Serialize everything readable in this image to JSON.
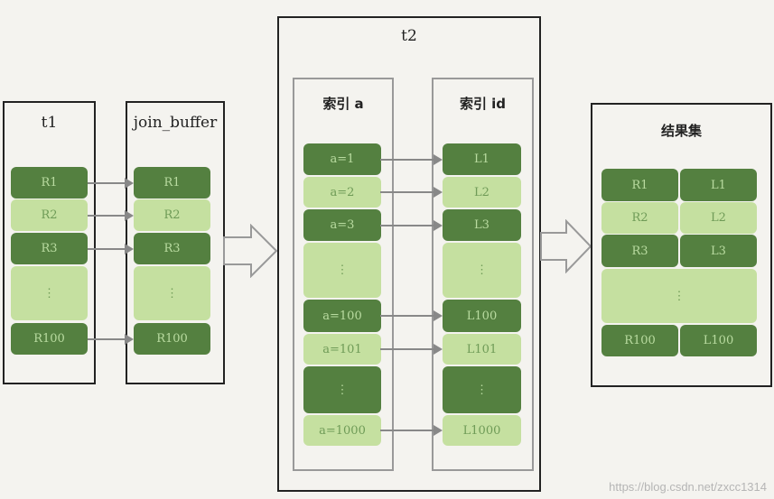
{
  "t1": {
    "title": "t1",
    "rows": [
      {
        "label": "R1",
        "shade": "dark"
      },
      {
        "label": "R2",
        "shade": "light"
      },
      {
        "label": "R3",
        "shade": "dark"
      },
      {
        "label": "⋮",
        "shade": "light"
      },
      {
        "label": "R100",
        "shade": "dark"
      }
    ]
  },
  "join_buffer": {
    "title": "join_buffer",
    "rows": [
      {
        "label": "R1",
        "shade": "dark"
      },
      {
        "label": "R2",
        "shade": "light"
      },
      {
        "label": "R3",
        "shade": "dark"
      },
      {
        "label": "⋮",
        "shade": "light"
      },
      {
        "label": "R100",
        "shade": "dark"
      }
    ]
  },
  "t2": {
    "title": "t2",
    "index_a": {
      "title": "索引 a",
      "rows": [
        {
          "label": "a=1",
          "shade": "dark"
        },
        {
          "label": "a=2",
          "shade": "light"
        },
        {
          "label": "a=3",
          "shade": "dark"
        },
        {
          "label": "⋮",
          "shade": "light"
        },
        {
          "label": "a=100",
          "shade": "dark"
        },
        {
          "label": "a=101",
          "shade": "light"
        },
        {
          "label": "⋮",
          "shade": "dark"
        },
        {
          "label": "a=1000",
          "shade": "light"
        }
      ]
    },
    "index_id": {
      "title": "索引 id",
      "rows": [
        {
          "label": "L1",
          "shade": "dark"
        },
        {
          "label": "L2",
          "shade": "light"
        },
        {
          "label": "L3",
          "shade": "dark"
        },
        {
          "label": "⋮",
          "shade": "light"
        },
        {
          "label": "L100",
          "shade": "dark"
        },
        {
          "label": "L101",
          "shade": "light"
        },
        {
          "label": "⋮",
          "shade": "dark"
        },
        {
          "label": "L1000",
          "shade": "light"
        }
      ]
    }
  },
  "result": {
    "title": "结果集",
    "rows": [
      {
        "left": "R1",
        "right": "L1",
        "shade": "dark"
      },
      {
        "left": "R2",
        "right": "L2",
        "shade": "light"
      },
      {
        "left": "R3",
        "right": "L3",
        "shade": "dark"
      },
      {
        "left": "⋮",
        "right": null,
        "shade": "light"
      },
      {
        "left": "R100",
        "right": "L100",
        "shade": "dark"
      }
    ]
  },
  "watermark": "https://blog.csdn.net/zxcc1314",
  "colors": {
    "dark": "#548040",
    "light": "#c5e0a0",
    "background": "#f4f3ef"
  }
}
